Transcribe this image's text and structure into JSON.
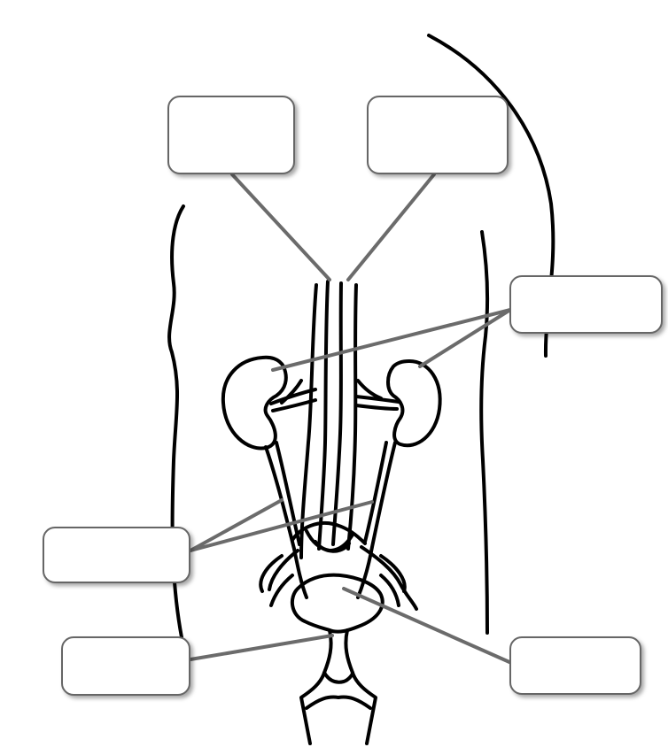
{
  "diagram": {
    "label_boxes": [
      {
        "id": "box-top-left",
        "text": ""
      },
      {
        "id": "box-top-right",
        "text": ""
      },
      {
        "id": "box-right-middle",
        "text": ""
      },
      {
        "id": "box-left-middle",
        "text": ""
      },
      {
        "id": "box-left-bottom",
        "text": ""
      },
      {
        "id": "box-right-bottom",
        "text": ""
      }
    ]
  },
  "colors": {
    "outline": "#000000",
    "leader_line": "#6b6b6b",
    "box_border": "#666666",
    "background": "#ffffff"
  }
}
